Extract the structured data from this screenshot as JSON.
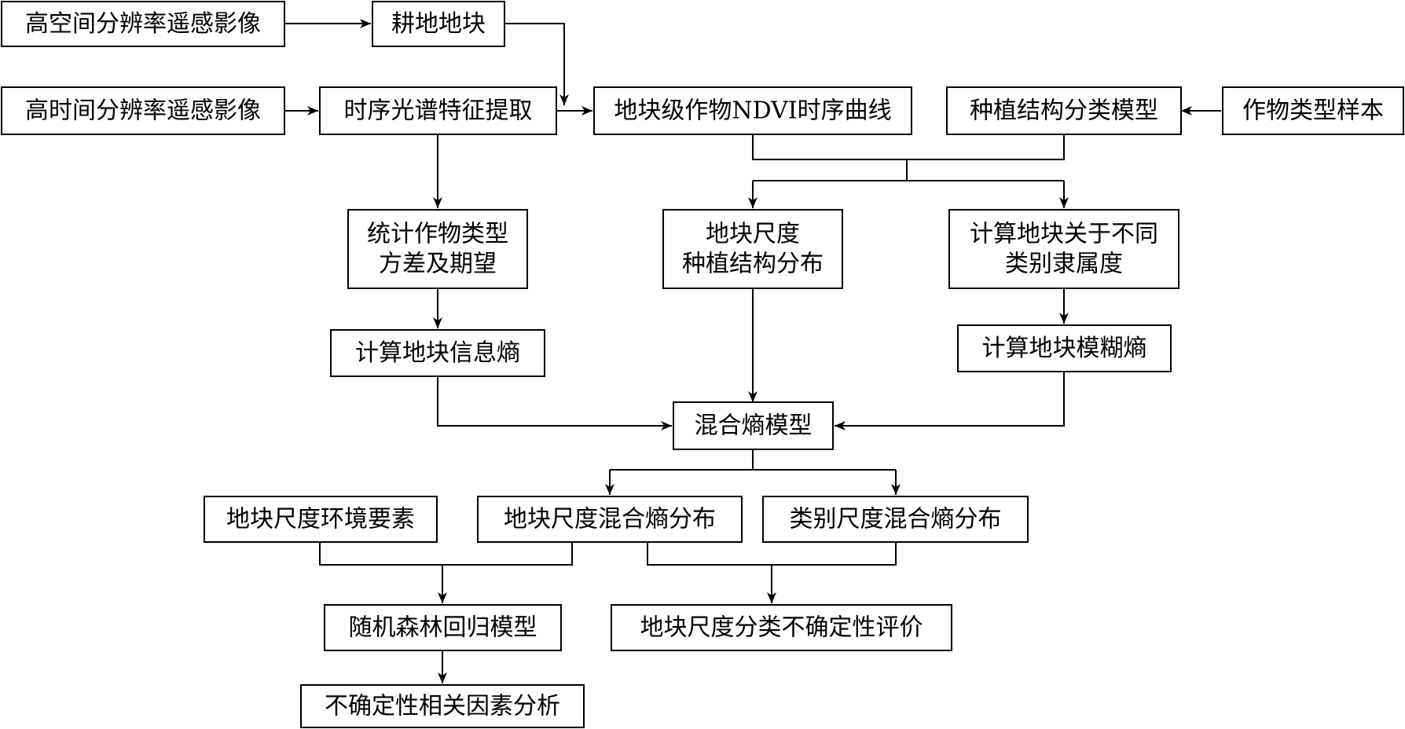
{
  "diagram": {
    "nodes": [
      {
        "id": "hsr",
        "lines": [
          "高空间分辨率遥感影像"
        ]
      },
      {
        "id": "field",
        "lines": [
          "耕地地块"
        ]
      },
      {
        "id": "htr",
        "lines": [
          "高时间分辨率遥感影像"
        ]
      },
      {
        "id": "extract",
        "lines": [
          "时序光谱特征提取"
        ]
      },
      {
        "id": "ndvi",
        "lines": [
          "地块级作物NDVI时序曲线"
        ]
      },
      {
        "id": "classmodel",
        "lines": [
          "种植结构分类模型"
        ]
      },
      {
        "id": "samples",
        "lines": [
          "作物类型样本"
        ]
      },
      {
        "id": "stats",
        "lines": [
          "统计作物类型",
          "方差及期望"
        ]
      },
      {
        "id": "plotdist",
        "lines": [
          "地块尺度",
          "种植结构分布"
        ]
      },
      {
        "id": "membership",
        "lines": [
          "计算地块关于不同",
          "类别隶属度"
        ]
      },
      {
        "id": "infoent",
        "lines": [
          "计算地块信息熵"
        ]
      },
      {
        "id": "fuzzyent",
        "lines": [
          "计算地块模糊熵"
        ]
      },
      {
        "id": "mixmodel",
        "lines": [
          "混合熵模型"
        ]
      },
      {
        "id": "env",
        "lines": [
          "地块尺度环境要素"
        ]
      },
      {
        "id": "plotmix",
        "lines": [
          "地块尺度混合熵分布"
        ]
      },
      {
        "id": "classmix",
        "lines": [
          "类别尺度混合熵分布"
        ]
      },
      {
        "id": "rf",
        "lines": [
          "随机森林回归模型"
        ]
      },
      {
        "id": "eval",
        "lines": [
          "地块尺度分类不确定性评价"
        ]
      },
      {
        "id": "factors",
        "lines": [
          "不确定性相关因素分析"
        ]
      }
    ]
  }
}
